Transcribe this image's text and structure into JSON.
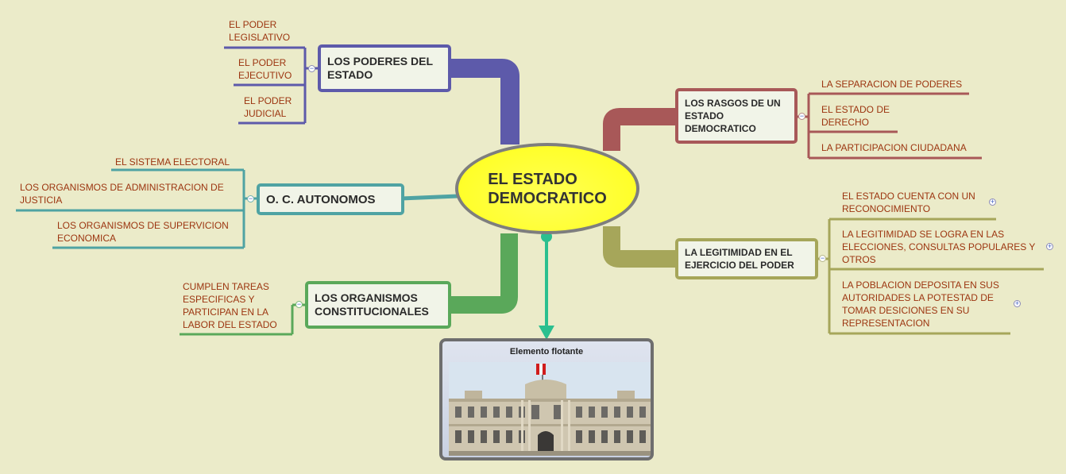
{
  "central": {
    "label": "EL ESTADO\nDEMOCRATICO"
  },
  "branches": {
    "poderes": {
      "label": "LOS PODERES DEL\nESTADO",
      "children": [
        "EL PODER\nLEGISLATIVO",
        "EL PODER\nEJECUTIVO",
        "EL PODER\nJUDICIAL"
      ]
    },
    "autonomos": {
      "label": "O. C. AUTONOMOS",
      "children": [
        "EL SISTEMA ELECTORAL",
        "LOS ORGANISMOS DE ADMINISTRACION DE\nJUSTICIA",
        "LOS ORGANISMOS DE SUPERVICION\nECONOMICA"
      ]
    },
    "constitucionales": {
      "label": "LOS ORGANISMOS\nCONSTITUCIONALES",
      "children": [
        "CUMPLEN TAREAS\nESPECIFICAS Y\nPARTICIPAN EN LA\nLABOR DEL ESTADO"
      ]
    },
    "rasgos": {
      "label": "LOS RASGOS DE UN\nESTADO\nDEMOCRATICO",
      "children": [
        "LA SEPARACION DE PODERES",
        "EL ESTADO DE\nDERECHO",
        "LA PARTICIPACION CIUDADANA"
      ]
    },
    "legitimidad": {
      "label": "LA LEGITIMIDAD EN EL\nEJERCICIO DEL PODER",
      "children": [
        "EL ESTADO CUENTA CON UN\nRECONOCIMIENTO",
        "LA LEGITIMIDAD SE LOGRA EN LAS\nELECCIONES, CONSULTAS POPULARES Y\nOTROS",
        "LA POBLACION DEPOSITA EN SUS\nAUTORIDADES LA POTESTAD DE\nTOMAR DESICIONES EN SU\nREPRESENTACION"
      ]
    }
  },
  "floating": {
    "title": "Elemento flotante"
  },
  "icons": {
    "collapse": "collapse-minus-icon",
    "expand": "expand-plus-icon"
  },
  "colors": {
    "background": "#ebebc9",
    "blue": "#5d5aaa",
    "teal": "#4fa3a3",
    "green": "#5aa85a",
    "red": "#a85858",
    "olive": "#a6a65a",
    "arrow": "#2bbf8f",
    "central_fill": "#ffff2a"
  }
}
